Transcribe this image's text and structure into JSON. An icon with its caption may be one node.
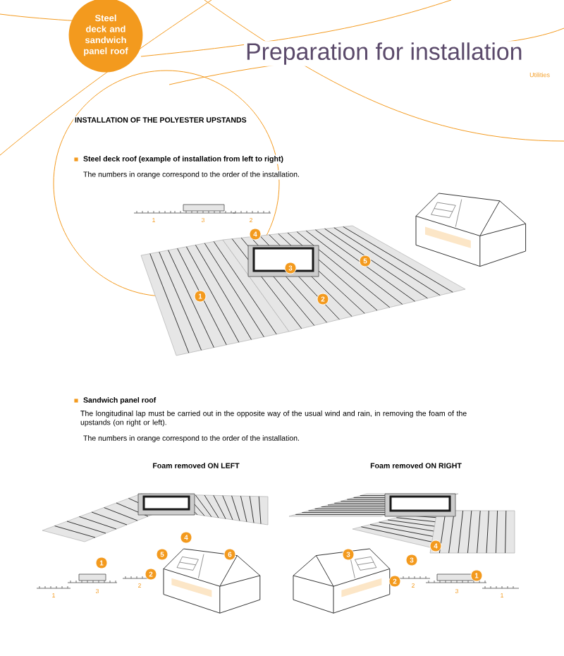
{
  "diagram": {
    "title": "Preparation for installation",
    "nodes": [
      {
        "text": [
          "Steel deck and sandwich panel roof"
        ]
      },
      {
        "text": [
          "4"
        ]
      },
      {
        "text": [
          "3"
        ]
      },
      {
        "text": [
          "5"
        ]
      },
      {
        "text": [
          "1"
        ]
      },
      {
        "text": [
          "2"
        ]
      },
      {
        "text": [
          "4"
        ]
      },
      {
        "text": [
          "5"
        ]
      },
      {
        "text": [
          "6"
        ]
      },
      {
        "text": [
          "1"
        ]
      },
      {
        "text": [
          "2"
        ]
      },
      {
        "text": [
          "3"
        ]
      },
      {
        "text": [
          "4"
        ]
      },
      {
        "text": [
          "3"
        ]
      },
      {
        "text": [
          "2"
        ]
      },
      {
        "text": [
          "1"
        ]
      }
    ],
    "edges": [],
    "labels": [
      "Utilities",
      "INSTALLATION OF THE POLYESTER UPSTANDS",
      "Steel deck roof (example of installation from left to right)",
      "The numbers in orange correspond to the order of the installation.",
      "1",
      "3",
      "2",
      "Sandwich panel roof",
      "The longitudinal lap must be carried out in the opposite way of the usual wind and rain, in removing the foam of the upstands (on right or left).",
      "The numbers in orange correspond to the order of the installation.",
      "Foam removed ON LEFT",
      "Foam removed ON RIGHT",
      "1",
      "3",
      "2",
      "2",
      "3",
      "1"
    ]
  }
}
